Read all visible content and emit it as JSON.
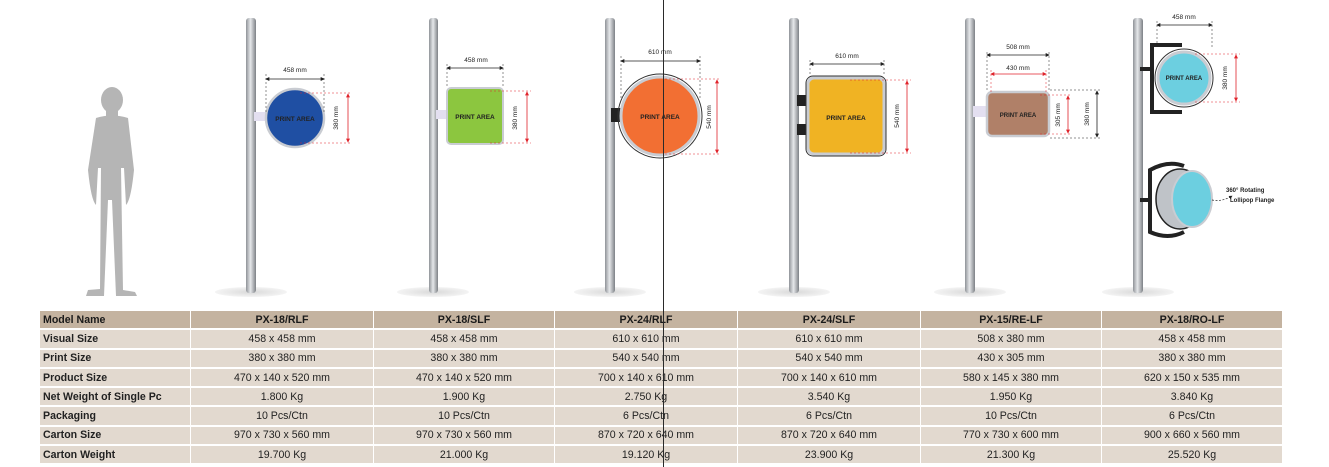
{
  "diagram": {
    "units": [
      {
        "model": "PX-18/RLF",
        "shape": "circle",
        "color": "#1f4fa3",
        "width_label": "458 mm",
        "height_label": "380 mm",
        "print_label": "PRINT AREA"
      },
      {
        "model": "PX-18/SLF",
        "shape": "square",
        "color": "#8cc63f",
        "width_label": "458 mm",
        "height_label": "380 mm",
        "print_label": "PRINT AREA"
      },
      {
        "model": "PX-24/RLF",
        "shape": "circle",
        "color": "#f26f33",
        "width_label": "610 mm",
        "height_label": "540 mm",
        "print_label": "PRINT AREA"
      },
      {
        "model": "PX-24/SLF",
        "shape": "square",
        "color": "#f0b323",
        "width_label": "610 mm",
        "height_label": "540 mm",
        "print_label": "PRINT AREA"
      },
      {
        "model": "PX-15/RE-LF",
        "shape": "rect",
        "color": "#b08068",
        "width_label": "508 mm",
        "inner_width_label": "430 mm",
        "height_label": "305 mm",
        "outer_height_label": "380 mm",
        "print_label": "PRINT AREA"
      },
      {
        "model": "PX-18/RO-LF",
        "shape": "rotating",
        "color": "#6ccfe0",
        "width_label": "458 mm",
        "height_label": "380 mm",
        "print_label": "PRINT AREA",
        "rotation_note_line1": "360° Rotating",
        "rotation_note_line2": "Lollipop Flange"
      }
    ]
  },
  "table": {
    "header_label": "Model Name",
    "models": [
      "PX-18/RLF",
      "PX-18/SLF",
      "PX-24/RLF",
      "PX-24/SLF",
      "PX-15/RE-LF",
      "PX-18/RO-LF"
    ],
    "rows": [
      {
        "label": "Visual Size",
        "values": [
          "458 x 458 mm",
          "458 x 458 mm",
          "610 x 610 mm",
          "610 x 610 mm",
          "508 x 380 mm",
          "458 x 458 mm"
        ]
      },
      {
        "label": "Print Size",
        "values": [
          "380 x 380 mm",
          "380 x 380 mm",
          "540 x 540 mm",
          "540 x 540 mm",
          "430 x 305 mm",
          "380 x 380 mm"
        ]
      },
      {
        "label": "Product Size",
        "values": [
          "470 x 140 x 520 mm",
          "470 x 140 x 520 mm",
          "700 x 140 x 610 mm",
          "700 x 140 x 610 mm",
          "580 x 145 x 380 mm",
          "620 x 150 x 535 mm"
        ]
      },
      {
        "label": "Net Weight of Single Pc",
        "values": [
          "1.800 Kg",
          "1.900 Kg",
          "2.750 Kg",
          "3.540 Kg",
          "1.950 Kg",
          "3.840 Kg"
        ]
      },
      {
        "label": "Packaging",
        "values": [
          "10 Pcs/Ctn",
          "10 Pcs/Ctn",
          "6 Pcs/Ctn",
          "6 Pcs/Ctn",
          "10 Pcs/Ctn",
          "6 Pcs/Ctn"
        ]
      },
      {
        "label": "Carton Size",
        "values": [
          "970 x 730 x 560 mm",
          "970 x 730 x 560 mm",
          "870 x 720 x 640 mm",
          "870 x 720 x 640 mm",
          "770 x 730 x 600 mm",
          "900 x 660 x 560 mm"
        ]
      },
      {
        "label": "Carton Weight",
        "values": [
          "19.700 Kg",
          "21.000 Kg",
          "19.120 Kg",
          "23.900 Kg",
          "21.300 Kg",
          "25.520 Kg"
        ]
      }
    ]
  }
}
